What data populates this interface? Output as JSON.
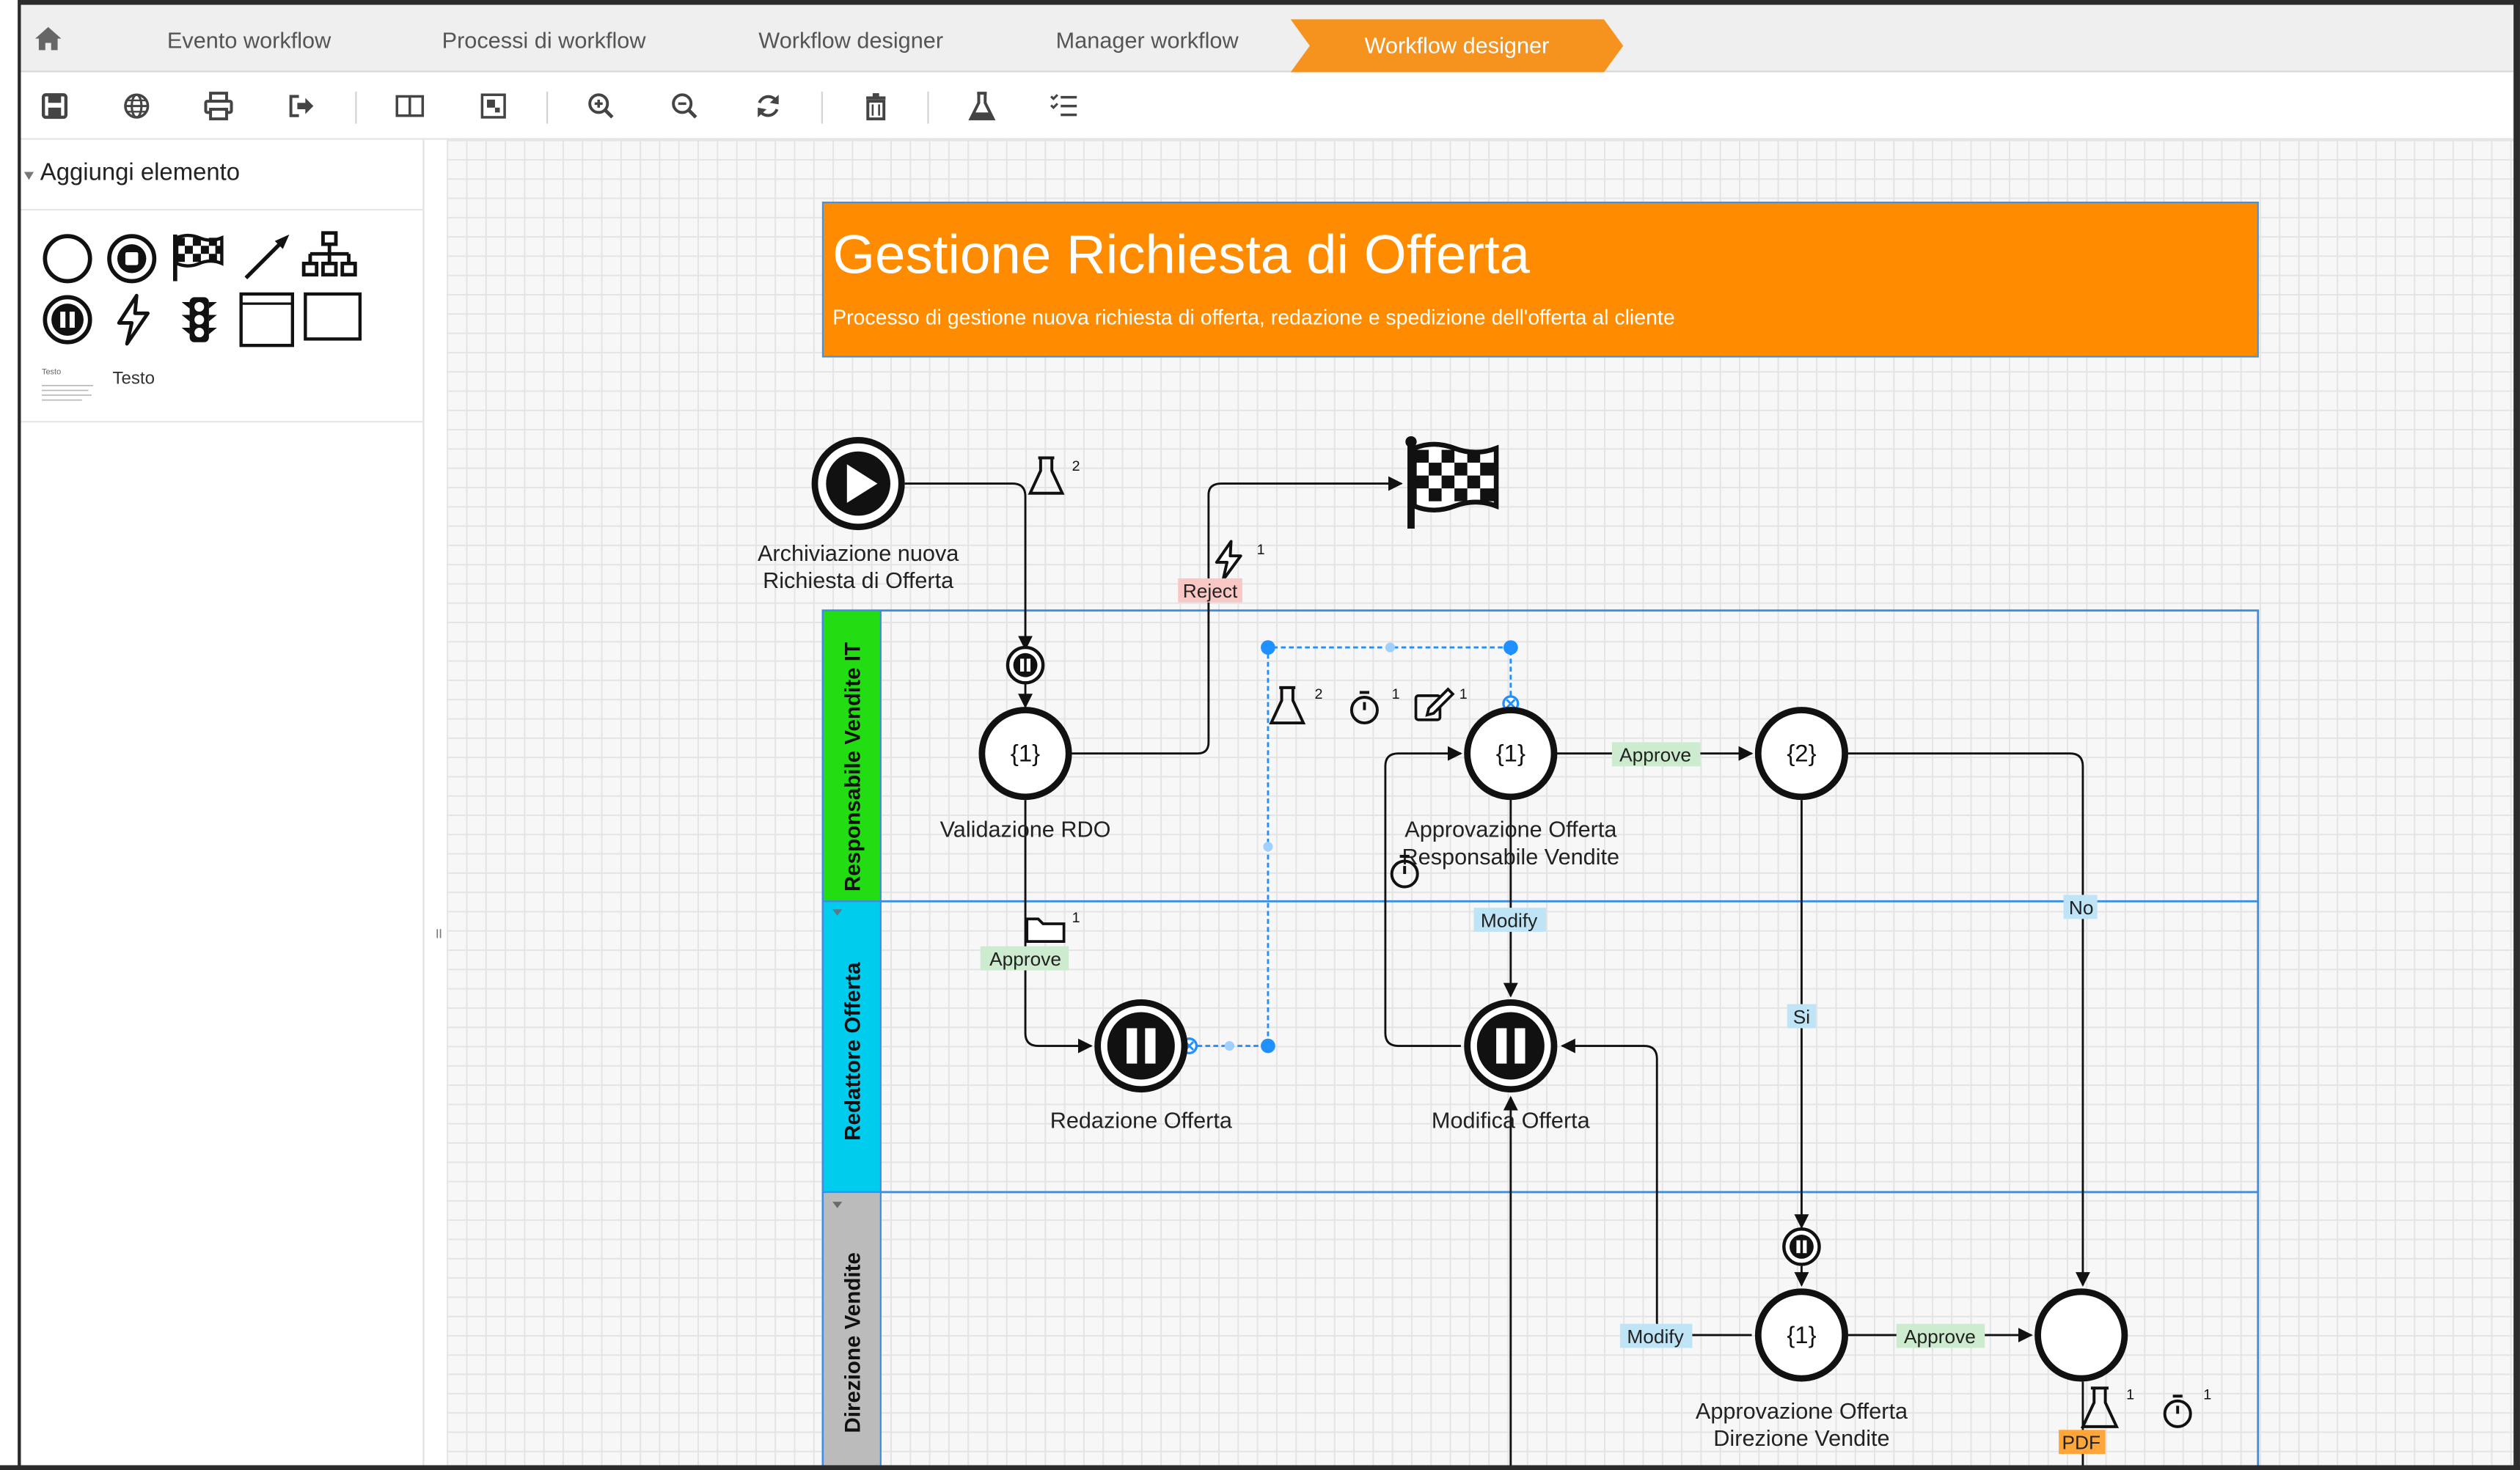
{
  "breadcrumb": {
    "items": [
      "Evento workflow",
      "Processi di workflow",
      "Workflow designer",
      "Manager workflow"
    ],
    "active": "Workflow designer",
    "active_color": "#f6921e"
  },
  "toolbar": {
    "icons": [
      "save-icon",
      "globe-icon",
      "print-icon",
      "export-icon",
      "panel-icon",
      "fit-icon",
      "zoom-in-icon",
      "zoom-out-icon",
      "refresh-icon",
      "delete-icon",
      "test-icon",
      "list-icon"
    ]
  },
  "sidebar": {
    "title": "Aggiungi elemento",
    "text_tool_label": "Testo",
    "text_tool_preview": "Testo"
  },
  "diagram": {
    "title": "Gestione Richiesta di Offerta",
    "subtitle": "Processo di gestione nuova richiesta di offerta, redazione e spedizione dell'offerta al cliente",
    "title_color": "#ff8c00",
    "lanes": [
      {
        "name": "Responsabile Vendite IT",
        "color": "#22dd11"
      },
      {
        "name": "Redattore Offerta",
        "color": "#00ccee"
      },
      {
        "name": "Direzione Vendite",
        "color": "#bbbbbb"
      }
    ],
    "nodes": {
      "start_label_1": "Archiviazione nuova",
      "start_label_2": "Richiesta di Offerta",
      "validazione_text": "{1}",
      "validazione_label": "Validazione RDO",
      "approvazione_text": "{1}",
      "approvazione_label_1": "Approvazione Offerta",
      "approvazione_label_2": "Responsabile Vendite",
      "gateway_text": "{2}",
      "redazione_label": "Redazione Offerta",
      "modifica_label": "Modifica Offerta",
      "direzione_text": "{1}",
      "direzione_label_1": "Approvazione Offerta",
      "direzione_label_2": "Direzione Vendite"
    },
    "badges": {
      "b2": "2",
      "b1": "1",
      "b2b": "2",
      "b1b": "1",
      "b1c": "1",
      "b1d": "1",
      "b1e": "1",
      "b1f": "1"
    },
    "edge_labels": {
      "reject": "Reject",
      "approve_1": "Approve",
      "approve_2": "Approve",
      "approve_3": "Approve",
      "modify_1": "Modify",
      "modify_2": "Modify",
      "no": "No",
      "si": "Si",
      "pdf": "PDF"
    },
    "colors": {
      "approve_bg": "#cdeccf",
      "reject_bg": "#f9c7c4",
      "modify_bg": "#bfe4f5",
      "pdf_bg": "#ffa63a",
      "selection": "#1e90ff"
    }
  }
}
